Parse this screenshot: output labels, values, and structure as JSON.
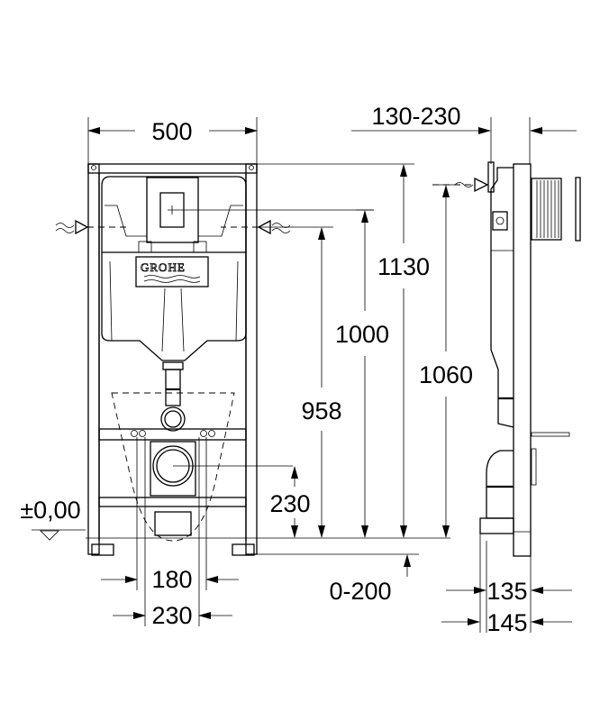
{
  "drawing": {
    "brand_logo": "GROHE",
    "dimensions": {
      "frame_width": "500",
      "wall_depth_range": "130-230",
      "total_height": "1130",
      "actuator_height": "1000",
      "inlet_height": "958",
      "side_inlet_height": "1060",
      "drain_height": "230",
      "floor_level": "±0,00",
      "floor_adjust_range": "0-200",
      "bolt_spacing_inner": "180",
      "bolt_spacing_outer": "230",
      "frame_depth": "135",
      "total_depth": "145"
    }
  }
}
